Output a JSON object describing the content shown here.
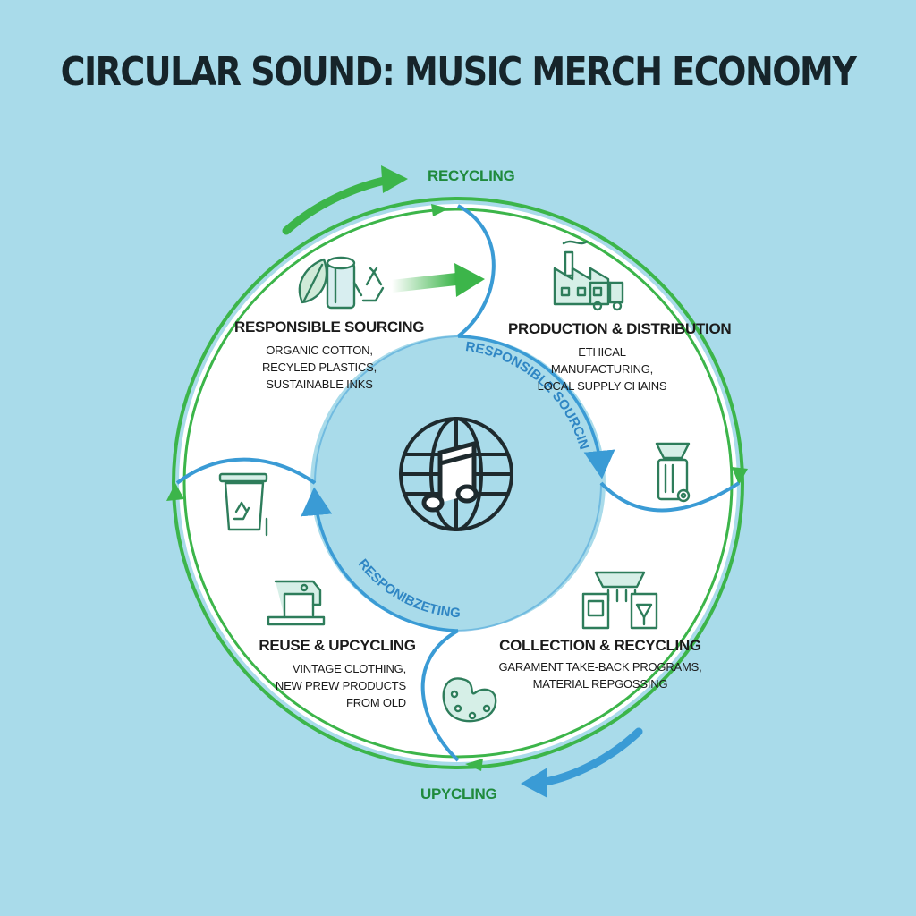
{
  "title": "CIRCULAR SOUND: MUSIC MERCH ECONOMY",
  "outer_labels": {
    "top": "RECYCLING",
    "bottom": "UPYCLING"
  },
  "inner_labels": {
    "upper": "RESPONSIBLE SOURCING",
    "lower": "RESPONIBZETING"
  },
  "stages": [
    {
      "title": "RESPONSIBLE SOURCING",
      "lines": [
        "ORGANIC COTTON,",
        "RECYLED PLASTICS,",
        "SUSTAINABLE INKS"
      ],
      "icons": [
        "leaf-icon",
        "fabric-roll-icon",
        "recycle-icon"
      ]
    },
    {
      "title": "PRODUCTION & DISTRIBUTION",
      "lines": [
        "ETHICAL",
        "MANUFACTURING,",
        "LOCAL SUPPLY CHAINS"
      ],
      "icons": [
        "factory-icon",
        "truck-icon"
      ]
    },
    {
      "title": "COLLECTION & RECYCLING",
      "lines": [
        "GARAMENT TAKE-BACK PROGRAMS,",
        "MATERIAL REPGOSSING"
      ],
      "icons": [
        "shredder-icon",
        "processing-bin-icon",
        "palette-icon"
      ]
    },
    {
      "title": "REUSE & UPCYCLING",
      "lines": [
        "VINTAGE CLOTHING,",
        "NEW PREW PRODUCTS",
        "FROM OLD"
      ],
      "icons": [
        "sewing-machine-icon",
        "recycling-bin-icon"
      ]
    }
  ],
  "center_icon": "globe-music-note-icon",
  "colors": {
    "background": "#a9dbea",
    "green": "#3cb54a",
    "blue": "#3a9bd5",
    "icon_green": "#2e7d5b",
    "title": "#16242a"
  }
}
